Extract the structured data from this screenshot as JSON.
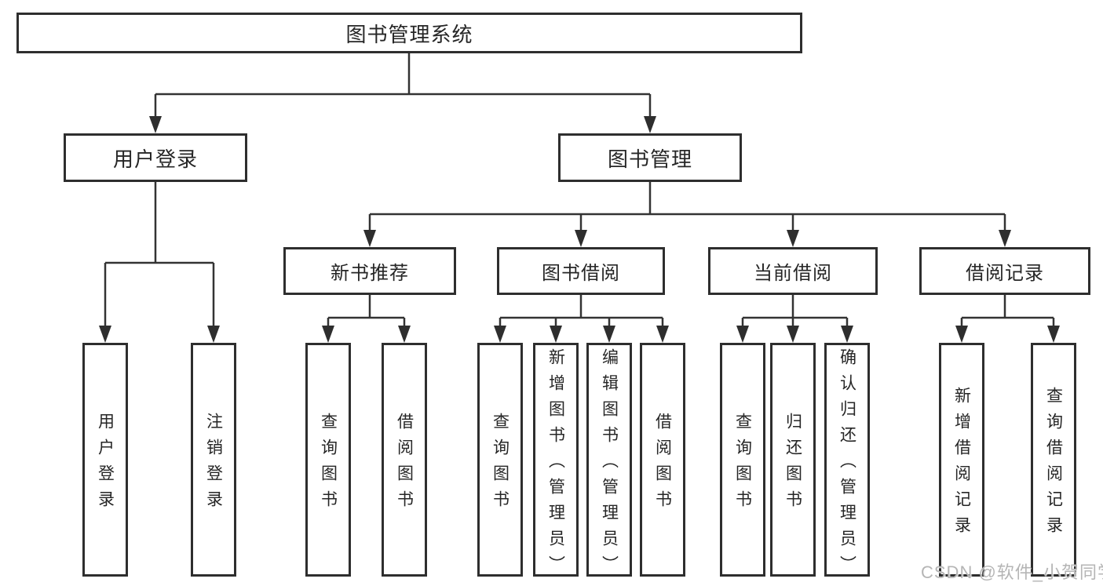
{
  "diagram": {
    "root": {
      "label": "图书管理系统"
    },
    "branches": [
      {
        "label": "用户登录",
        "children": [
          {
            "label": "用户登录"
          },
          {
            "label": "注销登录"
          }
        ]
      },
      {
        "label": "图书管理",
        "children": [
          {
            "label": "新书推荐",
            "children": [
              {
                "label": "查询图书"
              },
              {
                "label": "借阅图书"
              }
            ]
          },
          {
            "label": "图书借阅",
            "children": [
              {
                "label": "查询图书"
              },
              {
                "label": "新增图书（管理员）"
              },
              {
                "label": "编辑图书（管理员）"
              },
              {
                "label": "借阅图书"
              }
            ]
          },
          {
            "label": "当前借阅",
            "children": [
              {
                "label": "查询图书"
              },
              {
                "label": "归还图书"
              },
              {
                "label": "确认归还（管理员）"
              }
            ]
          },
          {
            "label": "借阅记录",
            "children": [
              {
                "label": "新增借阅记录"
              },
              {
                "label": "查询借阅记录"
              }
            ]
          }
        ]
      }
    ],
    "watermark": "CSDN @软件_小贺同学",
    "colors": {
      "line": "#333333",
      "box_border": "#2e2e2e",
      "box_fill": "#ffffff",
      "text": "#262626",
      "watermark": "#b5b5b5"
    }
  }
}
